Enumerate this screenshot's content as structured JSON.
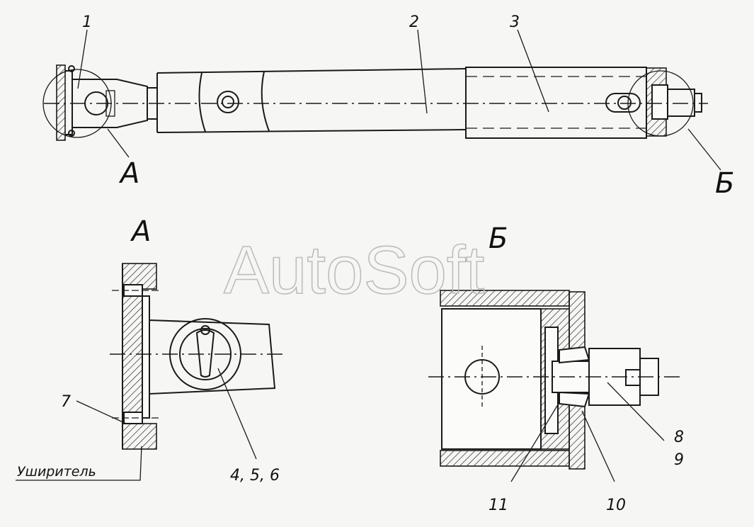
{
  "watermark": "AutoSoft",
  "labels": {
    "part1": "1",
    "part2": "2",
    "part3": "3",
    "view_a_callout": "А",
    "view_b_callout": "Б",
    "view_a_title": "А",
    "view_b_title": "Б",
    "part7": "7",
    "parts456": "4, 5, 6",
    "expander": "Уширитель",
    "part8": "8",
    "part9": "9",
    "part10": "10",
    "part11": "11"
  }
}
